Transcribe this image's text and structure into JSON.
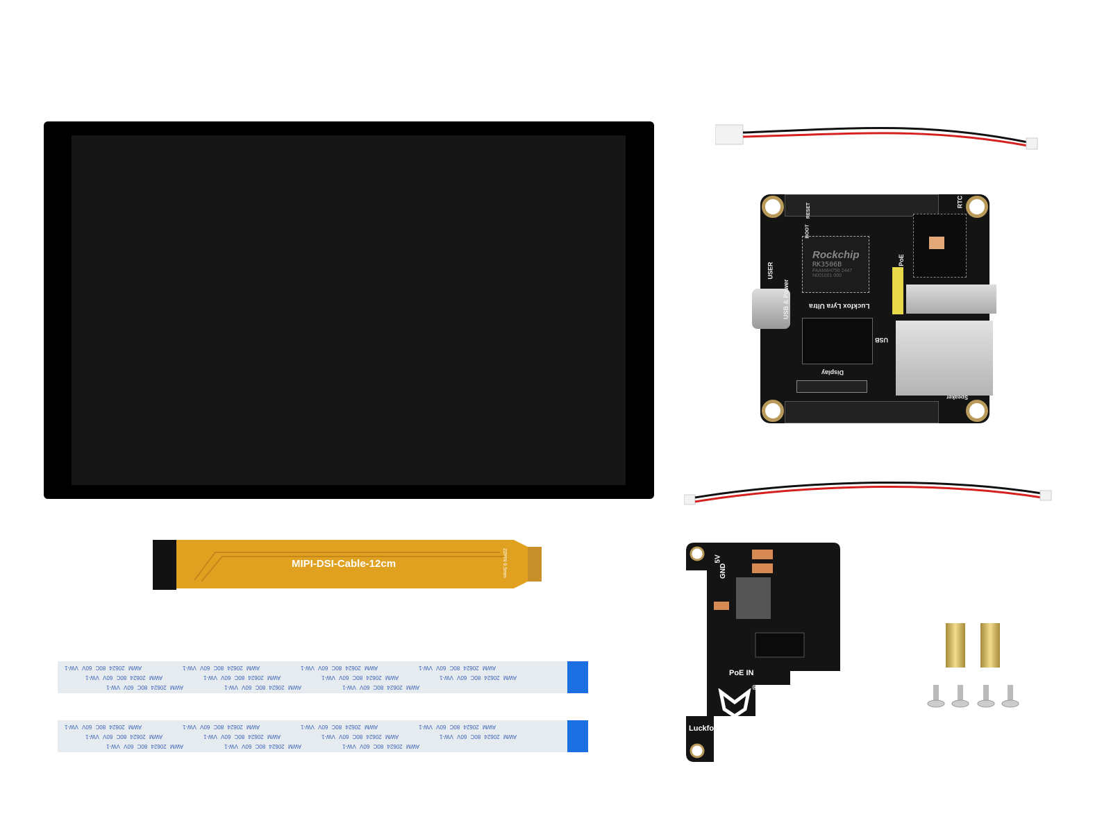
{
  "display": {
    "screen_state": "off"
  },
  "fpc_cable": {
    "label": "MIPI-DSI-Cable-12cm",
    "side_text": "22PIN 0.5mm"
  },
  "ffc_cables": {
    "print_text": "AWM 20624 80C 60V VW-1",
    "count": 2
  },
  "main_board": {
    "chip_brand": "Rockchip",
    "chip_model": "RK3506B",
    "chip_code1": "FAAM4H750 2447",
    "chip_code2": "N001001 000",
    "board_name": "Luckfox Lyra Ultra",
    "silk": {
      "reset": "RESET",
      "boot": "BOOT",
      "user": "USER",
      "usb_power": "USB & Power",
      "rtc": "RTC",
      "poe": "PoE",
      "usb": "USB",
      "display": "Display",
      "speaker": "Speaker"
    }
  },
  "poe_module": {
    "name": "Luckfox PoE Module",
    "poe_in": "PoE IN",
    "v5": "5V",
    "gnd": "GND",
    "registered": "®"
  },
  "colors": {
    "pcb": "#141414",
    "fpc": "#e0a020",
    "ffc_stiffener": "#1b6fe0",
    "wire_red": "#d62020",
    "brass": "#d8c070"
  }
}
